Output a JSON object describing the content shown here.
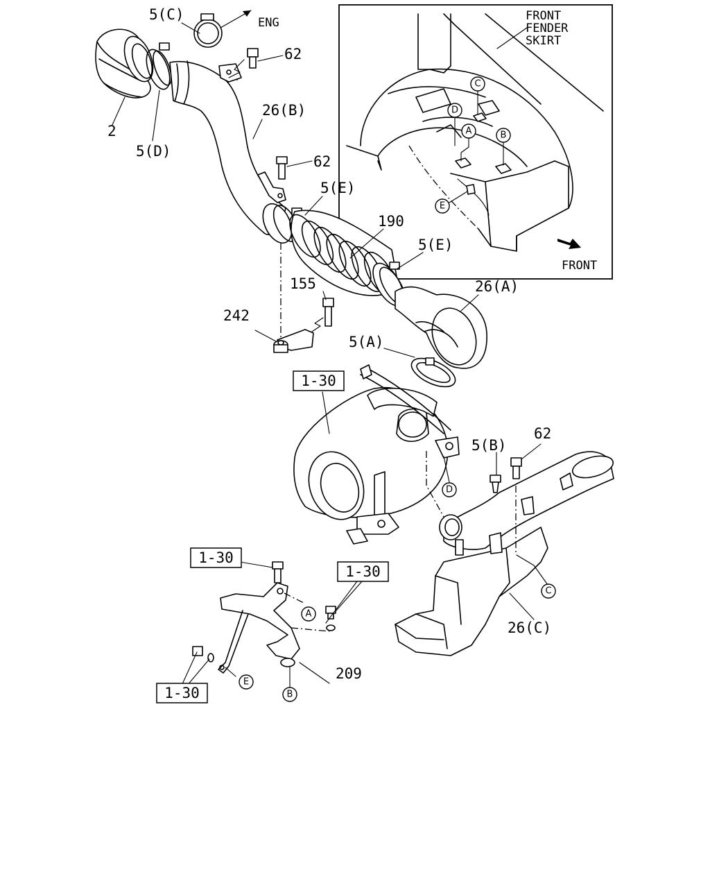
{
  "inset": {
    "label_fender": [
      "FRONT",
      "FENDER",
      "SKIRT"
    ],
    "front_label": "FRONT"
  },
  "direction_label": "ENG",
  "part_labels": {
    "p5c": "5(C)",
    "p62a": "62",
    "p2": "2",
    "p5d": "5(D)",
    "p26b": "26(B)",
    "p62b": "62",
    "p5e1": "5(E)",
    "p190": "190",
    "p5e2": "5(E)",
    "p155": "155",
    "p26a": "26(A)",
    "p242": "242",
    "p5a": "5(A)",
    "p5b": "5(B)",
    "p62c": "62",
    "p26c": "26(C)",
    "p209": "209"
  },
  "ref_boxes": {
    "r1": "1-30",
    "r2": "1-30",
    "r3": "1-30",
    "r4": "1-30"
  },
  "callouts": {
    "inset_c": "C",
    "inset_d": "D",
    "inset_a": "A",
    "inset_b": "B",
    "inset_e": "E",
    "main_d": "D",
    "main_c": "C",
    "main_a": "A",
    "main_e": "E",
    "main_b": "B"
  }
}
